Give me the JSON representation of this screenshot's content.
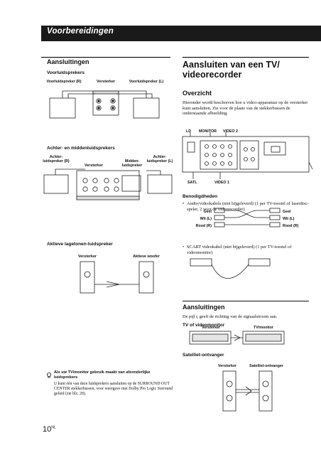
{
  "header": {
    "title": "Voorbereidingen"
  },
  "left": {
    "section_title": "Aansluitingen",
    "front_heading": "Voorluidsprekers",
    "front_left_label": "Voorluidspreker (R)",
    "front_amp_label": "Versterker",
    "front_right_label": "Voorluidspreker (L)",
    "rear_heading": "Achter- en middenluidsprekers",
    "rear_left_label": "Achter-luidspreker (R)",
    "rear_amp_label": "Versterker",
    "center_label": "Midden-luidspreker",
    "rear_right_label": "Achter-luidspreker (L)",
    "woofer_heading": "Aktieve lagetonen-luidspreker",
    "woofer_amp_label": "Versterker",
    "woofer_label": "Aktieve woofer",
    "tip_title": "Als uw TV/monitor gebruik maakt van afzonderlijke luidsprekers",
    "tip_body": "U kunt één van deze luidsprekers aansluiten op de SURROUND OUT CENTER stekkerbussen, voor weergave met Dolby Pro Logic Surround geluid (zie blz. 28)."
  },
  "right": {
    "title_line1": "Aansluiten van een TV/",
    "title_line2": "videorecorder",
    "overview_heading": "Overzicht",
    "overview_body": "Hieronder wordt beschreven hoe u video-apparatuur op de versterker kunt aansluiten. Zie voor de plaats van de stekkerbussen de onderstaande afbeelding.",
    "panel_labels": {
      "ld": "LD",
      "monitor": "MONITOR",
      "video2": "VIDEO 2",
      "satl": "SATL",
      "video1": "VIDEO 1"
    },
    "needs_heading": "Benodigdheden",
    "needs_item1": "Audio/videokabels (niet bijgeleverd) (1 per TV-toestel of laserdisc-speler, 2 voor de videorecorder)",
    "cable_left": [
      "Geel",
      "Wit (L)",
      "Rood (R)"
    ],
    "cable_right": [
      "Geel",
      "Wit (L)",
      "Rood (R)"
    ],
    "needs_item2": "SCART videokabel (niet bijgeleverd) (1 per TV-toestel of videomonitor)",
    "conn_heading": "Aansluitingen",
    "conn_body": "De pijl ç geeft de richting van de signaalstroom aan.",
    "tv_heading": "TV of videomonitor",
    "tv_amp_label": "Versterker",
    "tv_label": "TV/monitor",
    "sat_heading": "Satelliet-ontvanger",
    "sat_amp_label": "Versterker",
    "sat_label": "Satelliet-ontvanger"
  },
  "page_number": "10",
  "page_suffix": "NL"
}
